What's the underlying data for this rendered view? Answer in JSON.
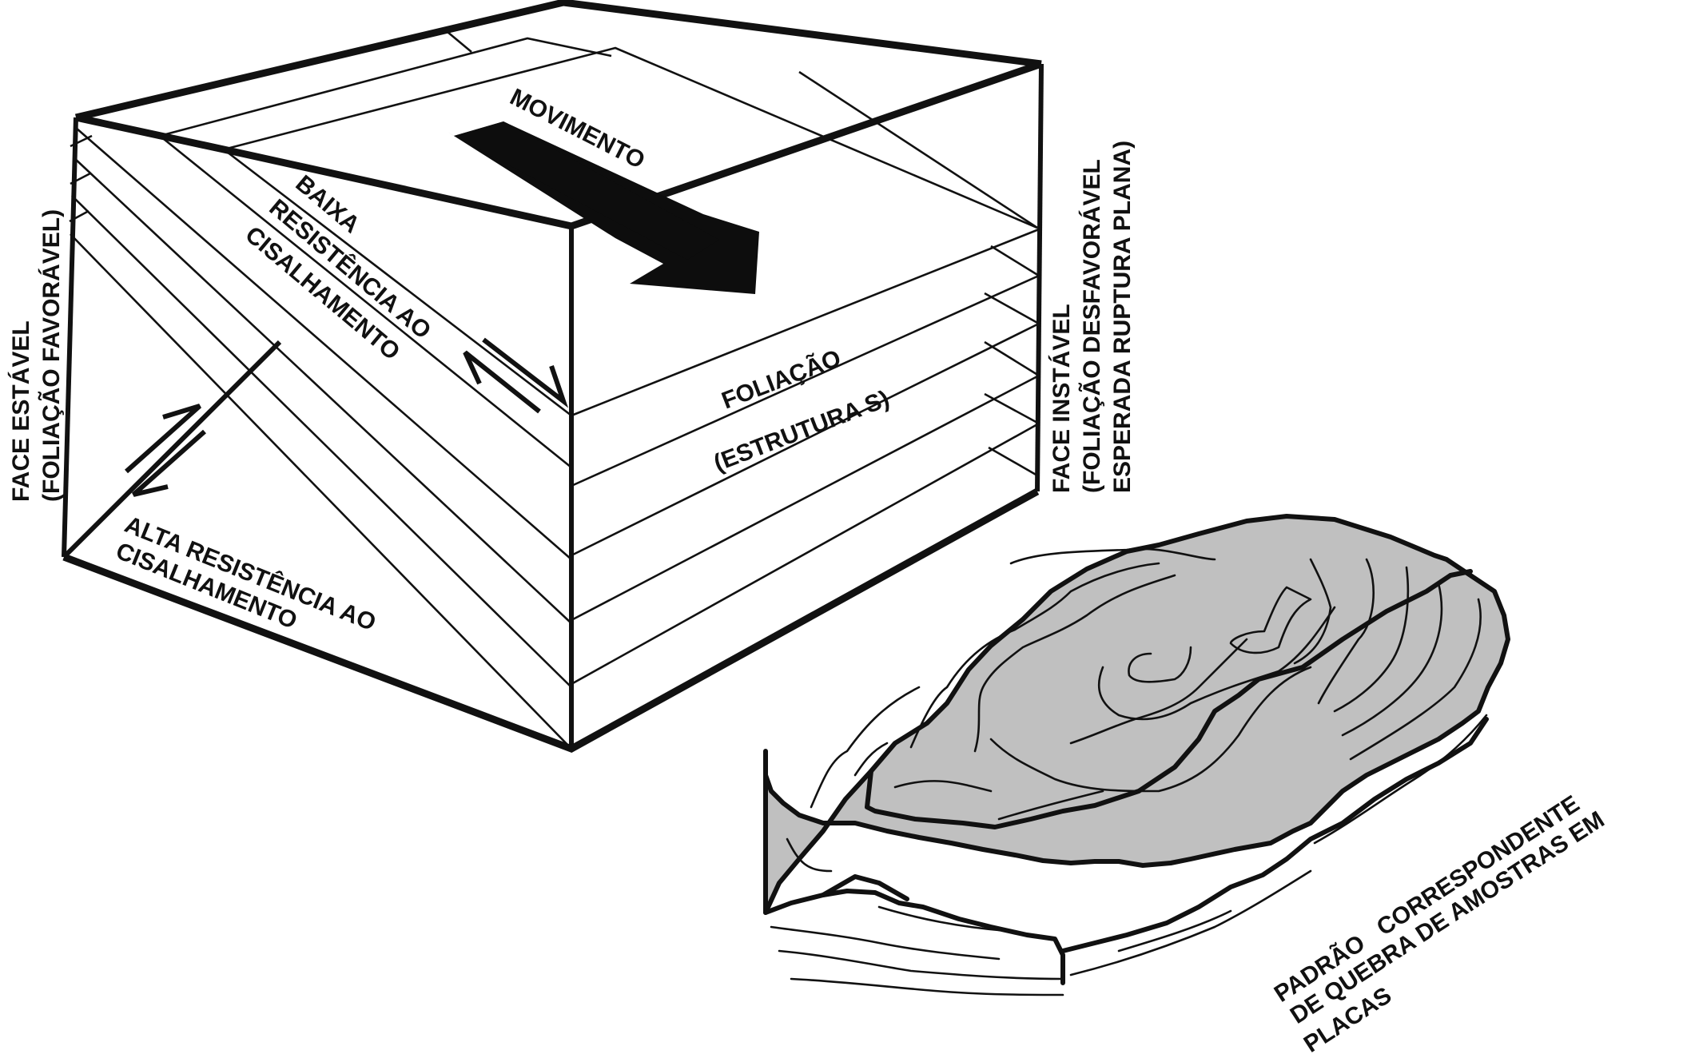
{
  "labels": {
    "movement": "MOVIMENTO",
    "low_resistance": [
      "BAIXA",
      "RESISTÊNCIA AO",
      "CISALHAMENTO"
    ],
    "high_resistance": [
      "ALTA RESISTÊNCIA AO",
      "CISALHAMENTO"
    ],
    "foliation": [
      "FOLIAÇÃO",
      "(ESTRUTURA S)"
    ],
    "stable_face": [
      "FACE ESTÁVEL",
      "(FOLIAÇÃO FAVORÁVEL)"
    ],
    "unstable_face": [
      "FACE INSTÁVEL",
      "(FOLIAÇÃO DESFAVORÁVEL",
      "ESPERADA RUPTURA PLANA)"
    ],
    "break_pattern": [
      "PADRÃO   CORRESPONDENTE",
      "DE QUEBRA DE AMOSTRAS EM",
      "PLACAS"
    ]
  },
  "colors": {
    "ink": "#111111",
    "rock_fill": "#c0c0c0",
    "background": "#ffffff"
  }
}
